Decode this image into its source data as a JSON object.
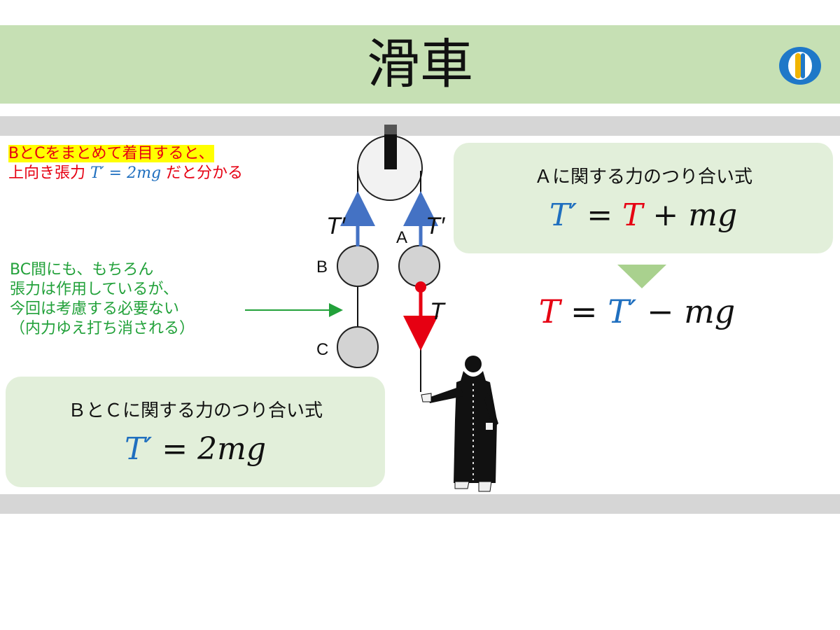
{
  "title": "滑車",
  "colors": {
    "title_bg": "#c6e0b4",
    "band": "#d6d6d6",
    "box_bg": "#e2efda",
    "red": "#e60012",
    "blue": "#1f6fbf",
    "arrow_blue": "#4472c4",
    "green": "#22a13a",
    "highlight": "#ffff00",
    "triangle": "#a9d18e"
  },
  "logo_icon": "brand-logo-icon",
  "note_red": {
    "line1": "BとCをまとめて着目すると、",
    "line2_prefix": "上向き張力",
    "line2_math": "T′ = 2mg",
    "line2_suffix": "だと分かる"
  },
  "note_green": {
    "lines": [
      "BC間にも、もちろん",
      "張力は作用しているが、",
      "今回は考慮する必要ない",
      "（内力ゆえ打ち消される）"
    ]
  },
  "labels": {
    "a": "A",
    "b": "B",
    "c": "C",
    "t_prime_left": "T′",
    "t_prime_right": "T′",
    "t": "T"
  },
  "box_a": {
    "heading": "Ａに関する力のつり合い式",
    "eq_lhs": "T′",
    "eq_op1": " = ",
    "eq_t": "T",
    "eq_rest": " + mg"
  },
  "box_bc": {
    "heading": "ＢとＣに関する力のつり合い式",
    "eq_lhs": "T′",
    "eq_rest": " = 2mg"
  },
  "result": {
    "t": "T",
    "eq": " = ",
    "t_prime": "T′",
    "rest": " − mg"
  }
}
